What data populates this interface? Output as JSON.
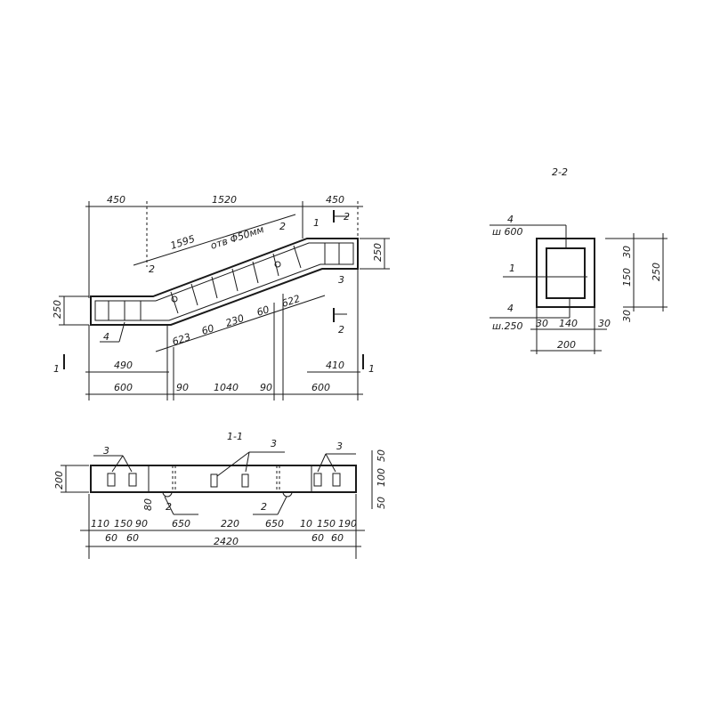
{
  "elevation": {
    "top_dims": [
      "450",
      "1520",
      "450"
    ],
    "slope_dims": [
      "1595",
      "623",
      "60",
      "230",
      "60",
      "622"
    ],
    "hole_note": "отв Φ50мм",
    "left_height": "250",
    "right_height": "250",
    "bottom_dims_row1": [
      "490",
      "410"
    ],
    "bottom_dims_row2": [
      "600",
      "90",
      "1040",
      "90",
      "600"
    ],
    "callouts": [
      "1",
      "2",
      "2",
      "3",
      "4"
    ],
    "section_marks": [
      "1",
      "1",
      "2",
      "2"
    ]
  },
  "section_1_1": {
    "title": "1-1",
    "callouts": [
      "3",
      "3",
      "3",
      "2",
      "2"
    ],
    "height": "200",
    "right_dims": [
      "50",
      "100",
      "50"
    ],
    "small_dim": "80",
    "dims_row1": [
      "110",
      "150",
      "90",
      "650",
      "220",
      "650",
      "10",
      "150",
      "190"
    ],
    "dims_row2": [
      "60",
      "60",
      "60",
      "60"
    ],
    "total": "2420"
  },
  "section_2_2": {
    "title": "2-2",
    "callout_top": "4",
    "callout_top_note": "ш 600",
    "callout_mid": "1",
    "callout_bottom": "4",
    "callout_bottom_note": "ш.250",
    "right_dims": [
      "30",
      "150",
      "30"
    ],
    "total_height": "250",
    "bottom_dims": [
      "30",
      "140",
      "30"
    ],
    "total_width": "200"
  }
}
